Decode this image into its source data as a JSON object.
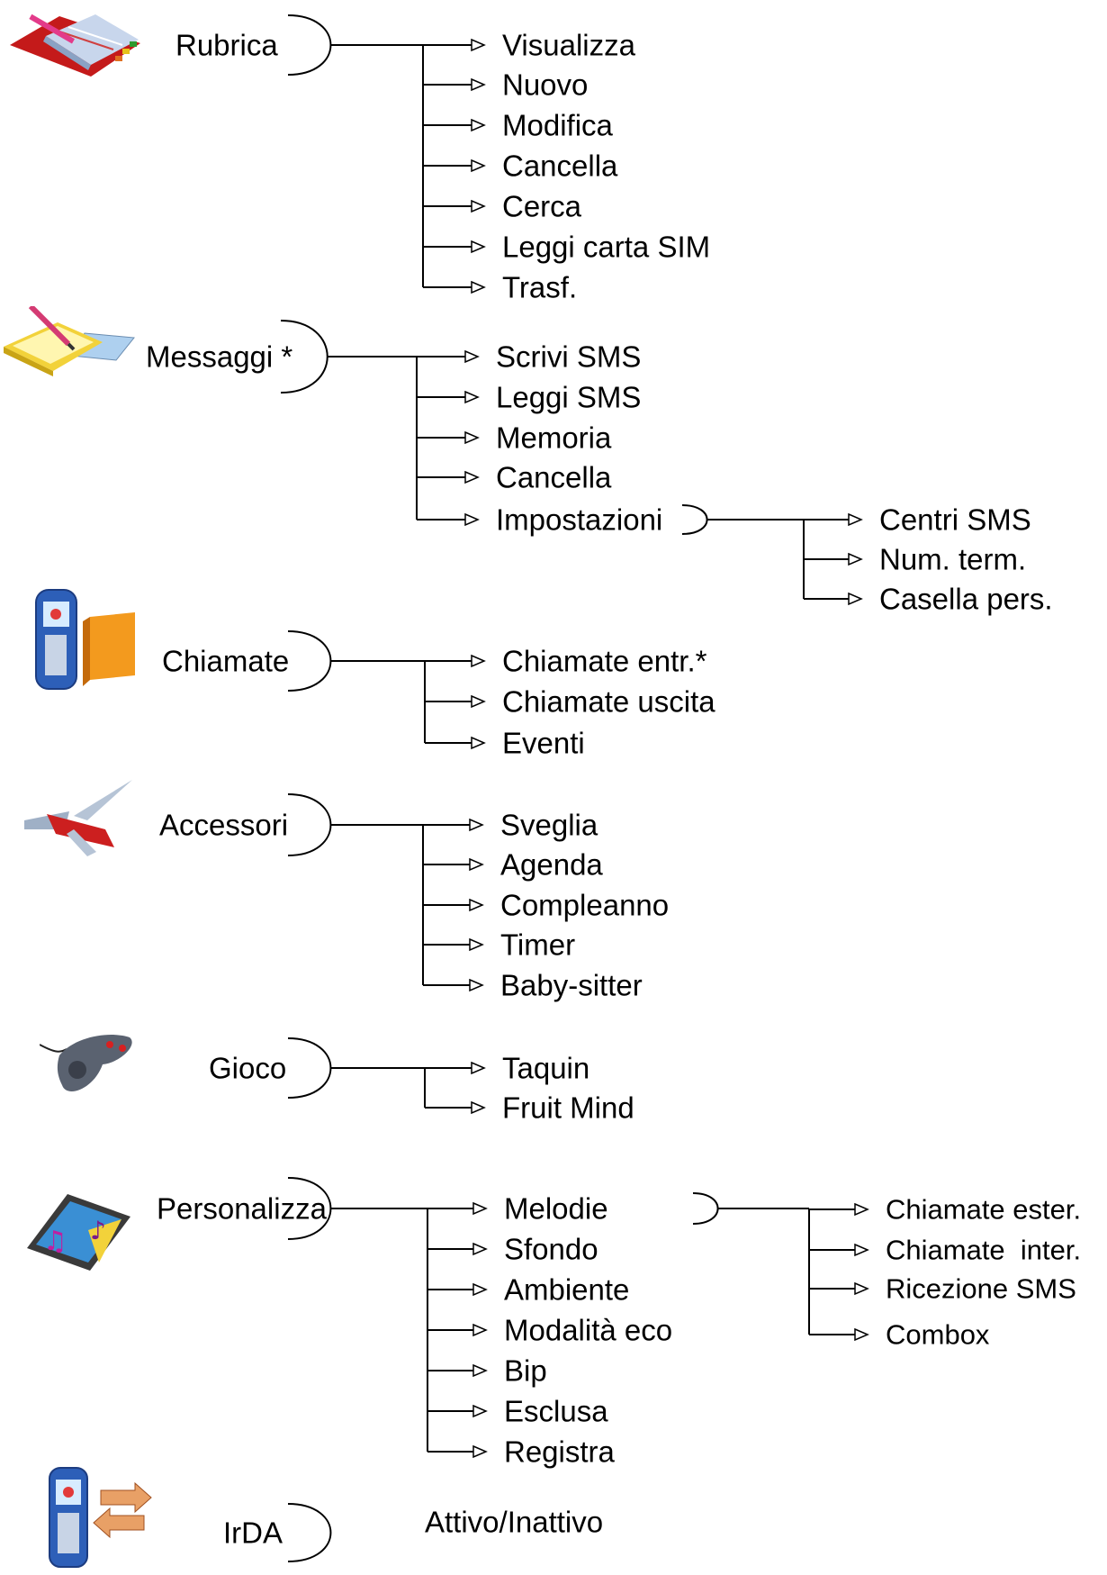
{
  "menus": [
    {
      "label": "Rubrica",
      "icon": "address-book-icon",
      "items": [
        {
          "label": "Visualizza"
        },
        {
          "label": "Nuovo"
        },
        {
          "label": "Modifica"
        },
        {
          "label": "Cancella"
        },
        {
          "label": "Cerca"
        },
        {
          "label": "Leggi carta SIM"
        },
        {
          "label": "Trasf."
        }
      ]
    },
    {
      "label": "Messaggi *",
      "icon": "notepad-icon",
      "items": [
        {
          "label": "Scrivi SMS"
        },
        {
          "label": "Leggi SMS"
        },
        {
          "label": "Memoria"
        },
        {
          "label": "Cancella"
        },
        {
          "label": "Impostazioni",
          "subitems": [
            "Centri SMS",
            "Num. term.",
            "Casella pers."
          ]
        }
      ]
    },
    {
      "label": "Chiamate",
      "icon": "phone-call-icon",
      "items": [
        {
          "label": "Chiamate entr.*"
        },
        {
          "label": "Chiamate uscita"
        },
        {
          "label": "Eventi"
        }
      ]
    },
    {
      "label": "Accessori",
      "icon": "swiss-knife-icon",
      "items": [
        {
          "label": "Sveglia"
        },
        {
          "label": "Agenda"
        },
        {
          "label": "Compleanno"
        },
        {
          "label": "Timer"
        },
        {
          "label": "Baby-sitter"
        }
      ]
    },
    {
      "label": "Gioco",
      "icon": "gamepad-icon",
      "items": [
        {
          "label": "Taquin"
        },
        {
          "label": "Fruit Mind"
        }
      ]
    },
    {
      "label": "Personalizza",
      "icon": "personalize-icon",
      "items": [
        {
          "label": "Melodie",
          "subitems": [
            "Chiamate ester.",
            "Chiamate  inter.",
            "Ricezione SMS",
            "Combox"
          ]
        },
        {
          "label": "Sfondo"
        },
        {
          "label": "Ambiente"
        },
        {
          "label": "Modalità eco"
        },
        {
          "label": "Bip"
        },
        {
          "label": "Esclusa"
        },
        {
          "label": "Registra"
        }
      ]
    },
    {
      "label": "IrDA",
      "icon": "infrared-phone-icon",
      "option": "Attivo/Inattivo"
    }
  ]
}
